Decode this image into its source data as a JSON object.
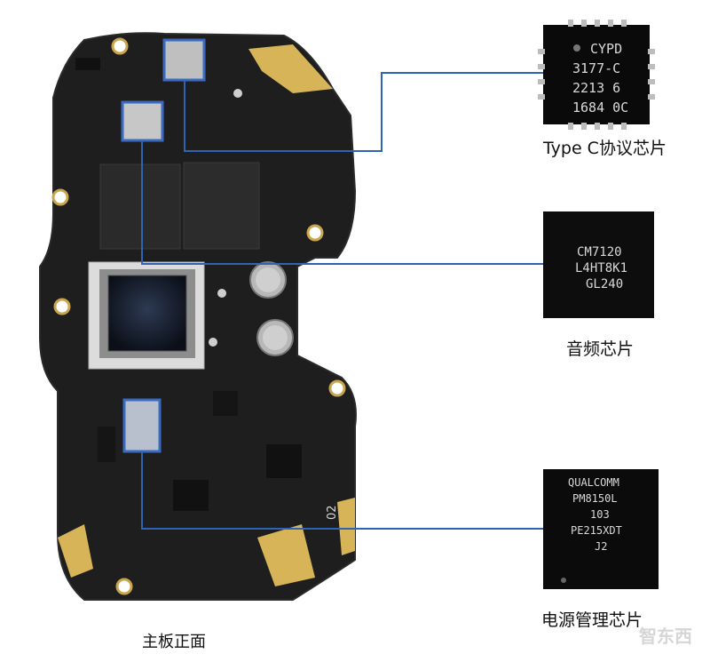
{
  "caption": "主板正面",
  "watermark": "智东西",
  "colors": {
    "leader": "#2f63b4",
    "board": "#1d1d1d",
    "gold": "#d7b457",
    "chip_bg": "#0a0a0a"
  },
  "chips": [
    {
      "label": "Type C协议芯片",
      "markings": [
        "CYPD",
        "3177-C",
        "2213  6",
        "1684 0C"
      ]
    },
    {
      "label": "音频芯片",
      "markings": [
        "CM7120",
        "L4HT8K1",
        "GL240"
      ]
    },
    {
      "label": "电源管理芯片",
      "markings": [
        "QUALCOMM",
        "PM8150L",
        "103",
        "PE215XDT",
        "J2"
      ]
    }
  ],
  "board_silkscreen": "02"
}
